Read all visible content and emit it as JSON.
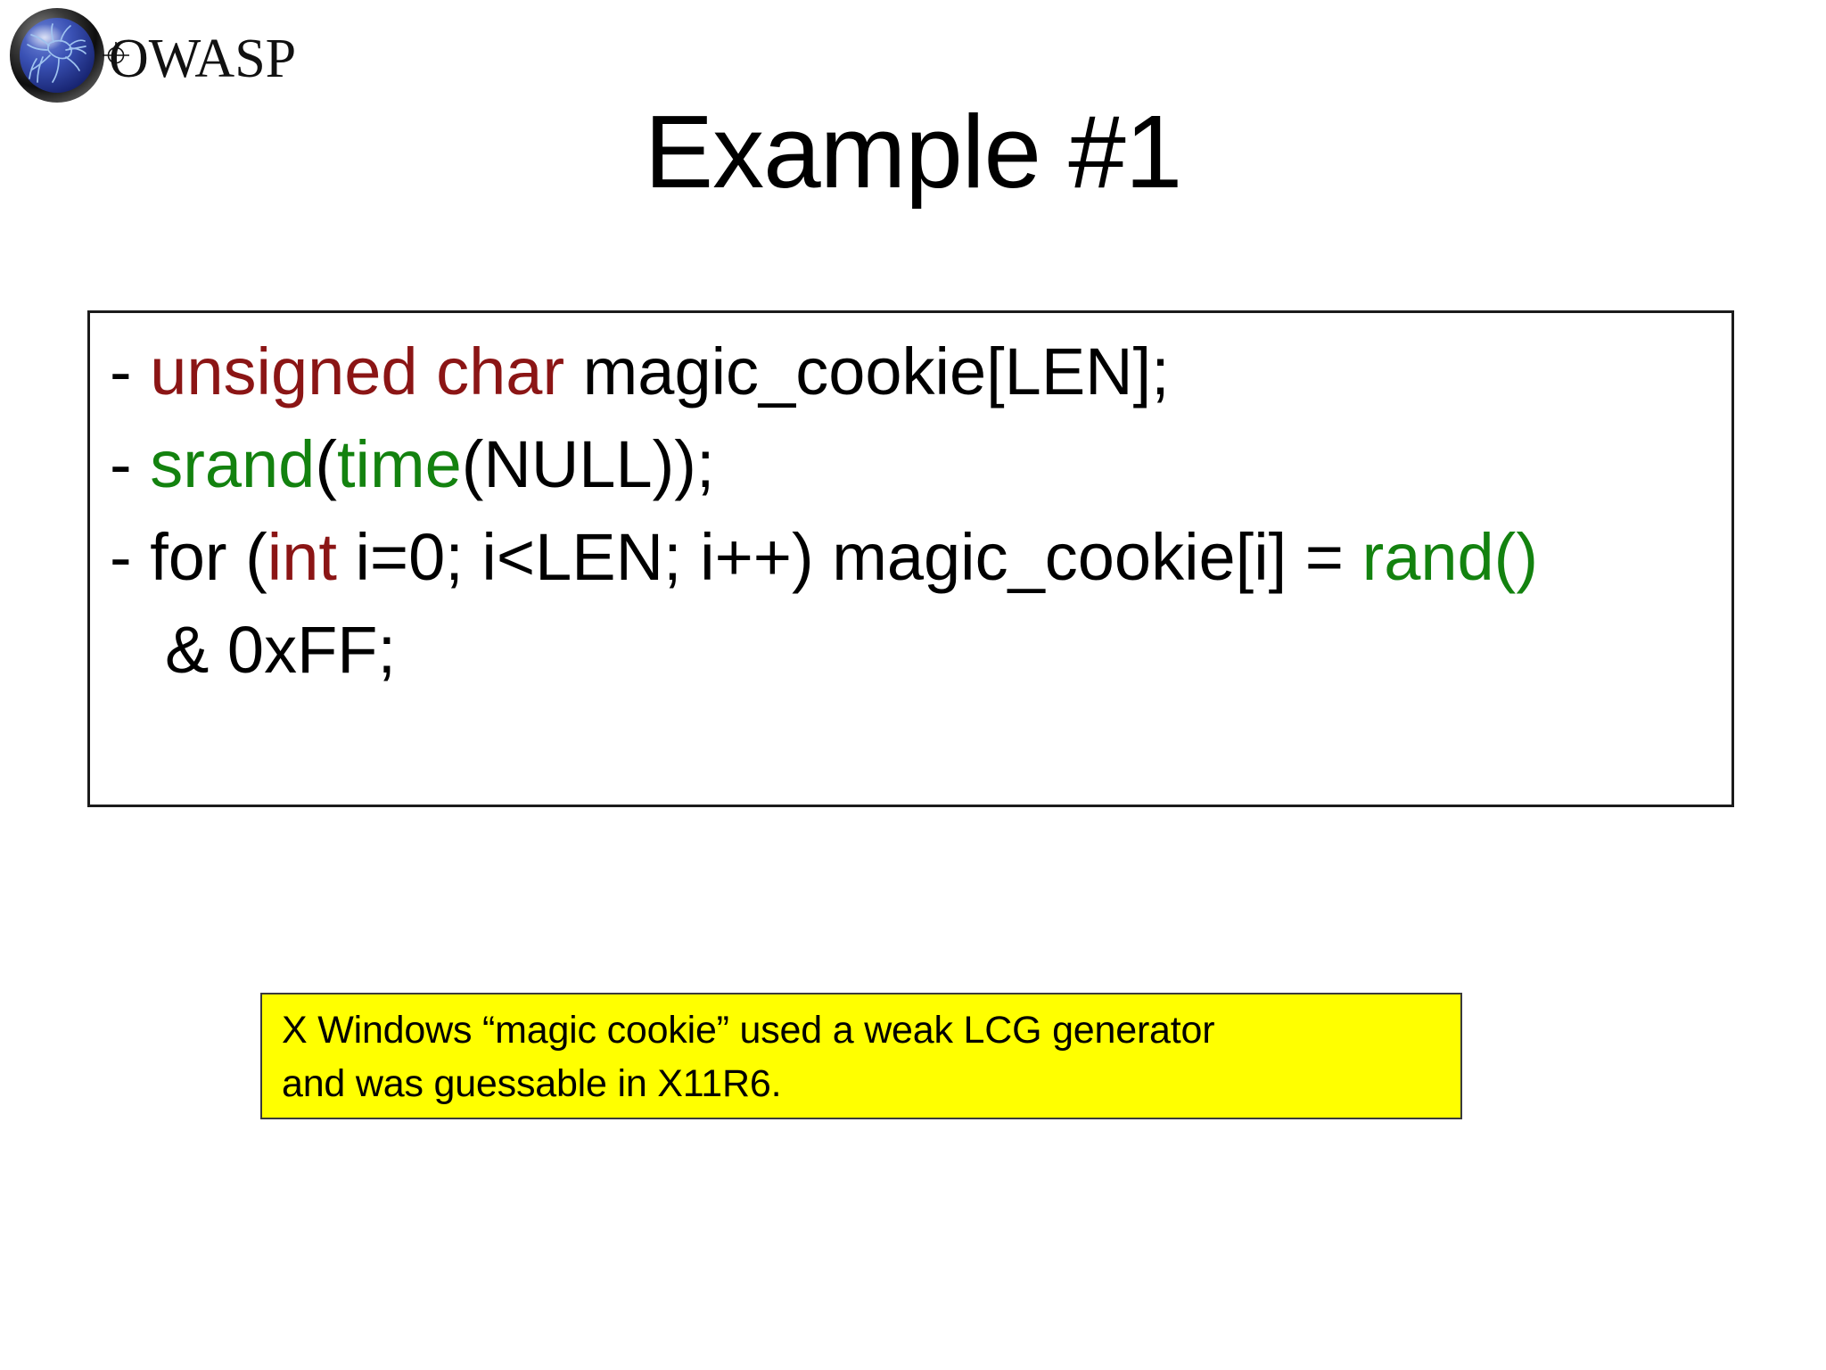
{
  "slide": {
    "title": "Example #1",
    "background_color": "#FFFFFF"
  },
  "logo": {
    "name": "owasp-logo",
    "wordmark": "OWASP",
    "sphere_color": "#2B3F97",
    "ring_color": "#1a1a1a",
    "text_color": "#111111"
  },
  "code_box": {
    "border_color": "#1B1B1B",
    "colors": {
      "keyword": "#8B1515",
      "function": "#13820F",
      "plain": "#000000"
    },
    "lines": [
      {
        "id": "line-1",
        "text": "- unsigned char magic_cookie[LEN];",
        "tokens": [
          {
            "t": "- ",
            "c": "plain"
          },
          {
            "t": "unsigned char",
            "c": "keyword"
          },
          {
            "t": " magic_cookie[LEN];",
            "c": "plain"
          }
        ]
      },
      {
        "id": "line-2",
        "text": "- srand(time(NULL));",
        "tokens": [
          {
            "t": "- ",
            "c": "plain"
          },
          {
            "t": "srand",
            "c": "function"
          },
          {
            "t": "(",
            "c": "plain"
          },
          {
            "t": "time",
            "c": "function"
          },
          {
            "t": "(NULL));",
            "c": "plain"
          }
        ]
      },
      {
        "id": "line-3",
        "text": "- for (int i=0; i<LEN; i++) magic_cookie[i] = rand()",
        "tokens": [
          {
            "t": "- for (",
            "c": "plain"
          },
          {
            "t": "int",
            "c": "keyword"
          },
          {
            "t": " i=0; i<LEN; i++) magic_cookie[i] = ",
            "c": "plain"
          },
          {
            "t": "rand()",
            "c": "function"
          }
        ]
      },
      {
        "id": "line-3-continued",
        "text": "& 0xFF;",
        "tokens": [
          {
            "t": "& 0xFF;",
            "c": "plain"
          }
        ]
      }
    ]
  },
  "callout": {
    "background_color": "#FFFF00",
    "border_color": "#3A3A3A",
    "text_color": "#000000",
    "lines": [
      "X Windows “magic cookie” used a weak LCG generator",
      "and was guessable in X11R6."
    ]
  }
}
